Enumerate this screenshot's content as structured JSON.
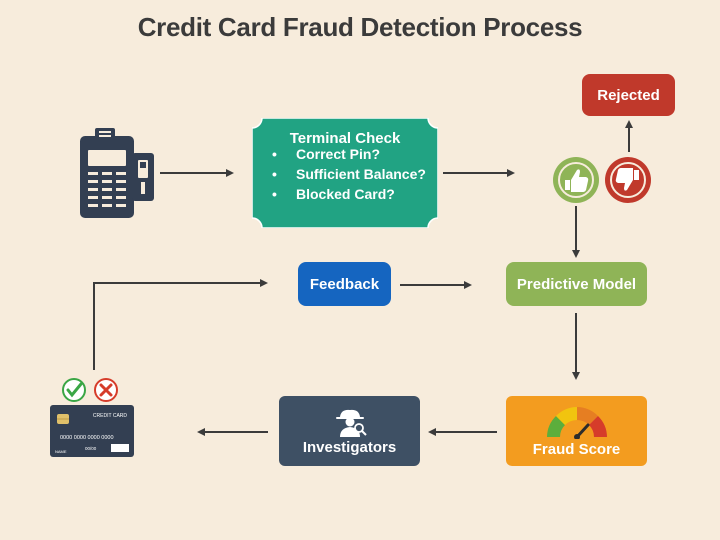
{
  "title": "Credit Card Fraud Detection Process",
  "nodes": {
    "terminal_check": {
      "title": "Terminal Check",
      "items": [
        "Correct Pin?",
        "Sufficient Balance?",
        "Blocked Card?"
      ]
    },
    "rejected": "Rejected",
    "feedback": "Feedback",
    "predictive_model": "Predictive Model",
    "fraud_score": "Fraud Score",
    "investigators": "Investigators"
  },
  "credit_card": {
    "label": "CREDIT CARD",
    "number": "0000 0000 0000 0000",
    "expiry": "00/00",
    "name": "NAME"
  },
  "colors": {
    "background": "#f7ecdc",
    "terminal_check": "#21a383",
    "rejected": "#c0392b",
    "feedback": "#1565c0",
    "predictive_model": "#8fb457",
    "fraud_score": "#f39c1f",
    "investigators": "#3e5064",
    "thumbs_up": "#8fb457",
    "thumbs_down": "#c0392b",
    "arrow": "#3b3b3b"
  },
  "icons": [
    "pos-terminal-icon",
    "thumbs-up-icon",
    "thumbs-down-icon",
    "detective-icon",
    "gauge-icon",
    "check-icon",
    "cross-icon",
    "credit-card-icon"
  ]
}
